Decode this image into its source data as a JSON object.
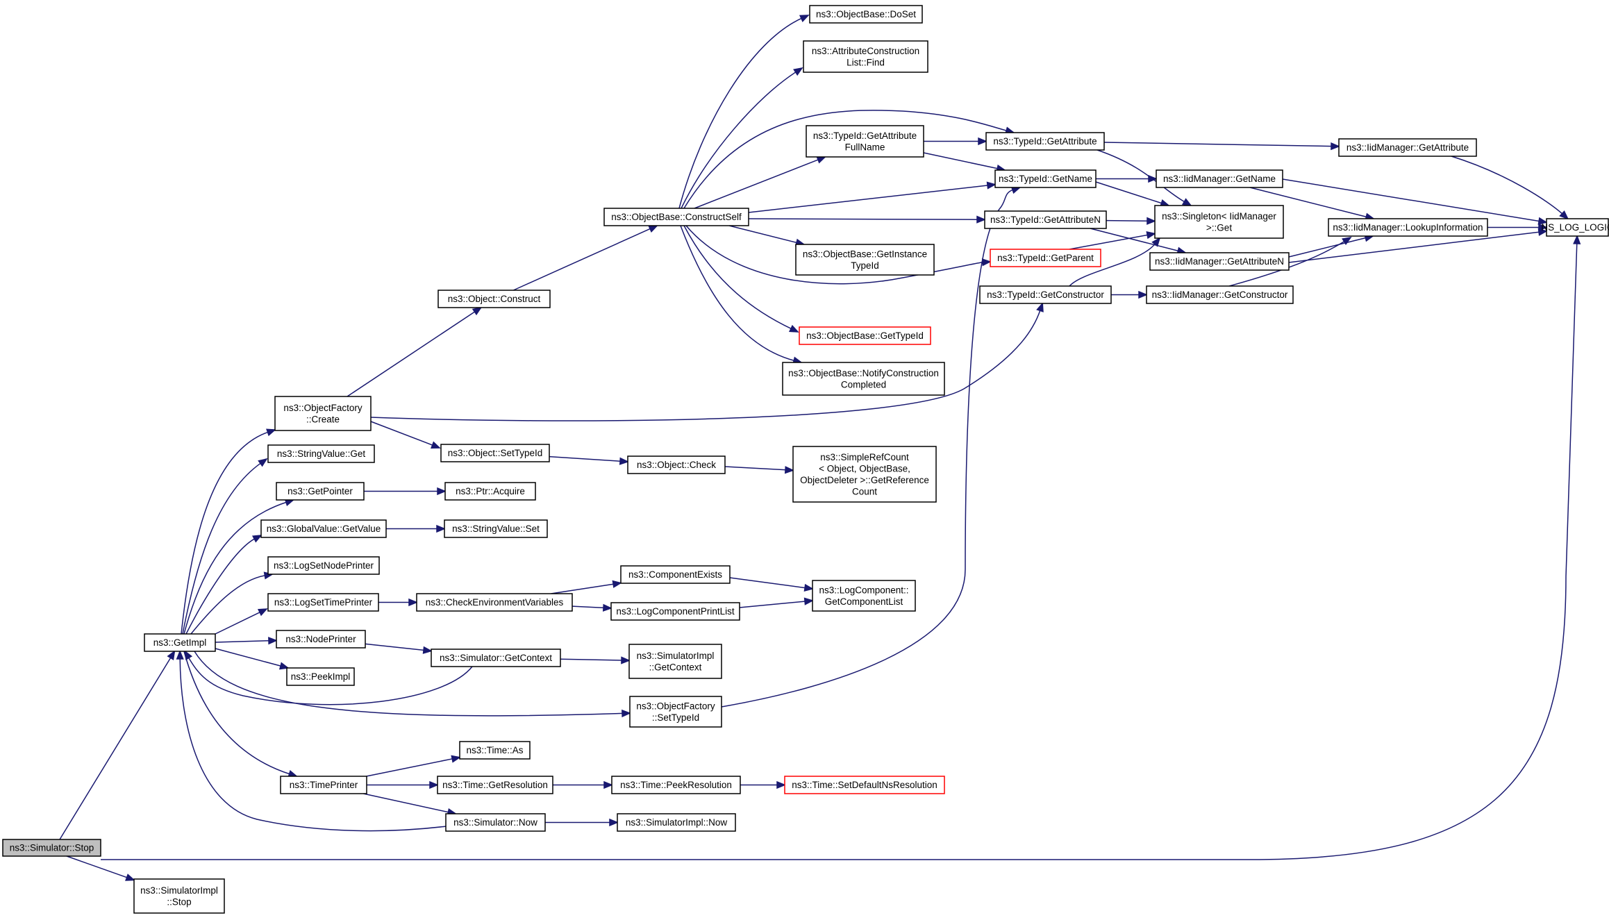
{
  "title": "",
  "colors": {
    "edge": "#191970",
    "current_fill": "#bfbfbf",
    "highlight_border": "#ff0000",
    "node_border": "#000000"
  },
  "nodes": [
    {
      "id": "stop",
      "lines": [
        "ns3::Simulator::Stop"
      ],
      "style": "current"
    },
    {
      "id": "simimplstop",
      "lines": [
        "ns3::SimulatorImpl",
        "::Stop"
      ]
    },
    {
      "id": "getimpl",
      "lines": [
        "ns3::GetImpl"
      ]
    },
    {
      "id": "nslog",
      "lines": [
        "NS_LOG_LOGIC"
      ]
    },
    {
      "id": "ofcreate",
      "lines": [
        "ns3::ObjectFactory",
        "::Create"
      ]
    },
    {
      "id": "strget",
      "lines": [
        "ns3::StringValue::Get"
      ]
    },
    {
      "id": "getpointer",
      "lines": [
        "ns3::GetPointer"
      ]
    },
    {
      "id": "gvgetvalue",
      "lines": [
        "ns3::GlobalValue::GetValue"
      ]
    },
    {
      "id": "logsetnode",
      "lines": [
        "ns3::LogSetNodePrinter"
      ]
    },
    {
      "id": "logsettime",
      "lines": [
        "ns3::LogSetTimePrinter"
      ]
    },
    {
      "id": "nodeprinter",
      "lines": [
        "ns3::NodePrinter"
      ]
    },
    {
      "id": "peekimpl",
      "lines": [
        "ns3::PeekImpl"
      ]
    },
    {
      "id": "timeprinter",
      "lines": [
        "ns3::TimePrinter"
      ]
    },
    {
      "id": "objconstruct",
      "lines": [
        "ns3::Object::Construct"
      ]
    },
    {
      "id": "objsettypeid",
      "lines": [
        "ns3::Object::SetTypeId"
      ]
    },
    {
      "id": "ptracquire",
      "lines": [
        "ns3::Ptr::Acquire"
      ]
    },
    {
      "id": "strset",
      "lines": [
        "ns3::StringValue::Set"
      ]
    },
    {
      "id": "checkenv",
      "lines": [
        "ns3::CheckEnvironmentVariables"
      ]
    },
    {
      "id": "simgetcontext",
      "lines": [
        "ns3::Simulator::GetContext"
      ]
    },
    {
      "id": "ofsettypeid",
      "lines": [
        "ns3::ObjectFactory",
        "::SetTypeId"
      ]
    },
    {
      "id": "timeas",
      "lines": [
        "ns3::Time::As"
      ]
    },
    {
      "id": "timegetres",
      "lines": [
        "ns3::Time::GetResolution"
      ]
    },
    {
      "id": "simnow",
      "lines": [
        "ns3::Simulator::Now"
      ]
    },
    {
      "id": "constructself",
      "lines": [
        "ns3::ObjectBase::ConstructSelf"
      ]
    },
    {
      "id": "objcheck",
      "lines": [
        "ns3::Object::Check"
      ]
    },
    {
      "id": "compexists",
      "lines": [
        "ns3::ComponentExists"
      ]
    },
    {
      "id": "logcompprint",
      "lines": [
        "ns3::LogComponentPrintList"
      ]
    },
    {
      "id": "simimplgetcontext",
      "lines": [
        "ns3::SimulatorImpl",
        "::GetContext"
      ]
    },
    {
      "id": "timepeekres",
      "lines": [
        "ns3::Time::PeekResolution"
      ]
    },
    {
      "id": "simimplnow",
      "lines": [
        "ns3::SimulatorImpl::Now"
      ]
    },
    {
      "id": "doset",
      "lines": [
        "ns3::ObjectBase::DoSet"
      ]
    },
    {
      "id": "attrfind",
      "lines": [
        "ns3::AttributeConstruction",
        "List::Find"
      ]
    },
    {
      "id": "tidgetattrfull",
      "lines": [
        "ns3::TypeId::GetAttribute",
        "FullName"
      ]
    },
    {
      "id": "obgetinstance",
      "lines": [
        "ns3::ObjectBase::GetInstance",
        "TypeId"
      ]
    },
    {
      "id": "obgettypeid",
      "lines": [
        "ns3::ObjectBase::GetTypeId"
      ],
      "style": "red"
    },
    {
      "id": "obnotify",
      "lines": [
        "ns3::ObjectBase::NotifyConstruction",
        "Completed"
      ]
    },
    {
      "id": "simplerefcount",
      "lines": [
        "ns3::SimpleRefCount",
        "< Object, ObjectBase,",
        "ObjectDeleter >::GetReference",
        "Count"
      ]
    },
    {
      "id": "logcompget",
      "lines": [
        "ns3::LogComponent::",
        "GetComponentList"
      ]
    },
    {
      "id": "timesetdefault",
      "lines": [
        "ns3::Time::SetDefaultNsResolution"
      ],
      "style": "red"
    },
    {
      "id": "tidgetattr",
      "lines": [
        "ns3::TypeId::GetAttribute"
      ]
    },
    {
      "id": "tidgetname",
      "lines": [
        "ns3::TypeId::GetName"
      ]
    },
    {
      "id": "tidgetattrn",
      "lines": [
        "ns3::TypeId::GetAttributeN"
      ]
    },
    {
      "id": "tidgetparent",
      "lines": [
        "ns3::TypeId::GetParent"
      ],
      "style": "red"
    },
    {
      "id": "tidgetctor",
      "lines": [
        "ns3::TypeId::GetConstructor"
      ]
    },
    {
      "id": "singleton",
      "lines": [
        "ns3::Singleton< IidManager",
        ">::Get"
      ]
    },
    {
      "id": "iidgetname",
      "lines": [
        "ns3::IidManager::GetName"
      ]
    },
    {
      "id": "iidgetattrn",
      "lines": [
        "ns3::IidManager::GetAttributeN"
      ]
    },
    {
      "id": "iidgetctor",
      "lines": [
        "ns3::IidManager::GetConstructor"
      ]
    },
    {
      "id": "iidgetattr",
      "lines": [
        "ns3::IidManager::GetAttribute"
      ]
    },
    {
      "id": "iidlookup",
      "lines": [
        "ns3::IidManager::LookupInformation"
      ]
    }
  ],
  "edges": [
    {
      "from": "stop",
      "to": "getimpl"
    },
    {
      "from": "stop",
      "to": "nslog"
    },
    {
      "from": "stop",
      "to": "simimplstop"
    },
    {
      "from": "getimpl",
      "to": "ofcreate"
    },
    {
      "from": "getimpl",
      "to": "strget"
    },
    {
      "from": "getimpl",
      "to": "getpointer"
    },
    {
      "from": "getimpl",
      "to": "gvgetvalue"
    },
    {
      "from": "getimpl",
      "to": "logsetnode"
    },
    {
      "from": "getimpl",
      "to": "logsettime"
    },
    {
      "from": "getimpl",
      "to": "nodeprinter"
    },
    {
      "from": "getimpl",
      "to": "peekimpl"
    },
    {
      "from": "getimpl",
      "to": "ofsettypeid"
    },
    {
      "from": "getimpl",
      "to": "timeprinter"
    },
    {
      "from": "simgetcontext",
      "to": "getimpl"
    },
    {
      "from": "simnow",
      "to": "getimpl"
    },
    {
      "from": "ofcreate",
      "to": "objconstruct"
    },
    {
      "from": "ofcreate",
      "to": "objsettypeid"
    },
    {
      "from": "ofcreate",
      "to": "tidgetctor"
    },
    {
      "from": "getpointer",
      "to": "ptracquire"
    },
    {
      "from": "gvgetvalue",
      "to": "strset"
    },
    {
      "from": "logsettime",
      "to": "checkenv"
    },
    {
      "from": "nodeprinter",
      "to": "simgetcontext"
    },
    {
      "from": "timeprinter",
      "to": "timeas"
    },
    {
      "from": "timeprinter",
      "to": "timegetres"
    },
    {
      "from": "timeprinter",
      "to": "simnow"
    },
    {
      "from": "objconstruct",
      "to": "constructself"
    },
    {
      "from": "objsettypeid",
      "to": "objcheck"
    },
    {
      "from": "checkenv",
      "to": "compexists"
    },
    {
      "from": "checkenv",
      "to": "logcompprint"
    },
    {
      "from": "simgetcontext",
      "to": "simimplgetcontext"
    },
    {
      "from": "ofsettypeid",
      "to": "tidgetname"
    },
    {
      "from": "timegetres",
      "to": "timepeekres"
    },
    {
      "from": "simnow",
      "to": "simimplnow"
    },
    {
      "from": "constructself",
      "to": "doset"
    },
    {
      "from": "constructself",
      "to": "attrfind"
    },
    {
      "from": "constructself",
      "to": "tidgetattrfull"
    },
    {
      "from": "constructself",
      "to": "tidgetattr"
    },
    {
      "from": "constructself",
      "to": "tidgetname"
    },
    {
      "from": "constructself",
      "to": "tidgetattrn"
    },
    {
      "from": "constructself",
      "to": "obgetinstance"
    },
    {
      "from": "constructself",
      "to": "tidgetparent"
    },
    {
      "from": "constructself",
      "to": "obgettypeid"
    },
    {
      "from": "constructself",
      "to": "obnotify"
    },
    {
      "from": "objcheck",
      "to": "simplerefcount"
    },
    {
      "from": "compexists",
      "to": "logcompget"
    },
    {
      "from": "logcompprint",
      "to": "logcompget"
    },
    {
      "from": "timepeekres",
      "to": "timesetdefault"
    },
    {
      "from": "tidgetattrfull",
      "to": "tidgetattr"
    },
    {
      "from": "tidgetattrfull",
      "to": "tidgetname"
    },
    {
      "from": "tidgetattr",
      "to": "iidgetattr"
    },
    {
      "from": "tidgetattr",
      "to": "singleton"
    },
    {
      "from": "tidgetname",
      "to": "iidgetname"
    },
    {
      "from": "tidgetname",
      "to": "singleton"
    },
    {
      "from": "tidgetattrn",
      "to": "singleton"
    },
    {
      "from": "tidgetattrn",
      "to": "iidgetattrn"
    },
    {
      "from": "tidgetparent",
      "to": "singleton"
    },
    {
      "from": "tidgetctor",
      "to": "singleton"
    },
    {
      "from": "tidgetctor",
      "to": "iidgetctor"
    },
    {
      "from": "iidgetattr",
      "to": "nslog"
    },
    {
      "from": "iidgetname",
      "to": "iidlookup"
    },
    {
      "from": "iidgetname",
      "to": "nslog"
    },
    {
      "from": "iidgetattrn",
      "to": "iidlookup"
    },
    {
      "from": "iidgetattrn",
      "to": "nslog"
    },
    {
      "from": "iidgetctor",
      "to": "iidlookup"
    },
    {
      "from": "iidlookup",
      "to": "nslog"
    }
  ]
}
